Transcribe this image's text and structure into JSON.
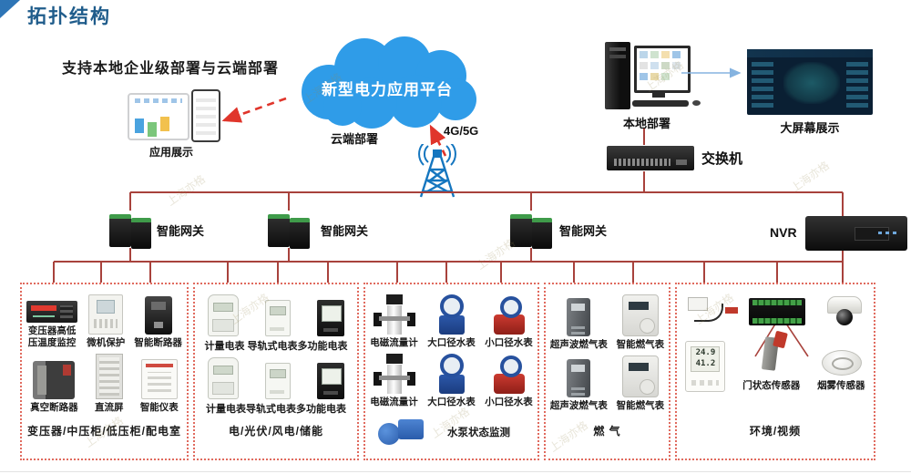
{
  "page": {
    "title": "拓扑结构",
    "watermark": "上海亦格"
  },
  "top": {
    "deploy_note": "支持本地企业级部署与云端部署",
    "app_display_label": "应用展示",
    "cloud_title": "新型电力应用平台",
    "cloud_deploy_label": "云端部署",
    "network_label": "4G/5G",
    "local_deploy_label": "本地部署",
    "big_screen_label": "大屏幕展示",
    "switch_label": "交换机",
    "nvr_label": "NVR",
    "gateway_labels": [
      "智能网关",
      "智能网关",
      "智能网关"
    ]
  },
  "colors": {
    "title_blue": "#1F5C8B",
    "cloud_blue": "#2F9CE8",
    "tower_blue": "#1576BF",
    "line_red": "#A8423C",
    "arrow_red": "#E0352B",
    "arrow_blue": "#85B3E0",
    "box_border_red": "#E06A5E"
  },
  "device_boxes": [
    {
      "category": "变压器/中压柜/低压柜/配电室",
      "rows": [
        {
          "devices": [
            {
              "icon": "temp-controller",
              "label": "变压器高低\n压温度监控"
            },
            {
              "icon": "protection-relay",
              "label": "微机保护"
            },
            {
              "icon": "smart-breaker",
              "label": "智能断路器"
            }
          ]
        },
        {
          "devices": [
            {
              "icon": "vacuum-breaker",
              "label": "真空断路器"
            },
            {
              "icon": "dc-panel",
              "label": "直流屏"
            },
            {
              "icon": "din-meter",
              "label": "智能仪表"
            }
          ]
        }
      ]
    },
    {
      "category": "电/光伏/风电/储能",
      "rows": [
        {
          "devices": [
            {
              "icon": "energy-meter"
            },
            {
              "icon": "rail-meter"
            },
            {
              "icon": "multi-meter"
            }
          ],
          "caption": "计量电表 导轨式电表多功能电表"
        },
        {
          "devices": [
            {
              "icon": "energy-meter"
            },
            {
              "icon": "rail-meter"
            },
            {
              "icon": "multi-meter"
            }
          ],
          "caption": "计量电表导轨式电表多功能电表"
        }
      ]
    },
    {
      "category": "",
      "rows": [
        {
          "devices": [
            {
              "icon": "flowmeter",
              "label": "电磁流量计"
            },
            {
              "icon": "water-meter-large",
              "label": "大口径水表"
            },
            {
              "icon": "water-meter-small",
              "label": "小口径水表"
            }
          ]
        },
        {
          "devices": [
            {
              "icon": "flowmeter",
              "label": "电磁流量计"
            },
            {
              "icon": "water-meter-large",
              "label": "大口径水表"
            },
            {
              "icon": "water-meter-small",
              "label": "小口径水表"
            }
          ]
        },
        {
          "devices": [
            {
              "icon": "pump"
            }
          ],
          "caption": "水泵状态监测",
          "inline": true
        }
      ]
    },
    {
      "category": "燃 气",
      "rows": [
        {
          "devices": [
            {
              "icon": "gas-ultrasonic",
              "label": "超声波燃气表"
            },
            {
              "icon": "gas-smart",
              "label": "智能燃气表"
            }
          ]
        },
        {
          "devices": [
            {
              "icon": "gas-ultrasonic",
              "label": "超声波燃气表"
            },
            {
              "icon": "gas-smart",
              "label": "智能燃气表"
            }
          ]
        }
      ]
    },
    {
      "category": "环境/视频",
      "rows": [
        {
          "devices": [
            {
              "icon": "cable-sensor"
            },
            {
              "icon": "io-controller"
            },
            {
              "icon": "dome-camera"
            }
          ]
        },
        {
          "devices": [
            {
              "icon": "thermo-hygrometer"
            },
            {
              "icon": "door-sensor",
              "label": "门状态传感器"
            },
            {
              "icon": "smoke-detector",
              "label": "烟雾传感器"
            }
          ]
        }
      ]
    }
  ]
}
